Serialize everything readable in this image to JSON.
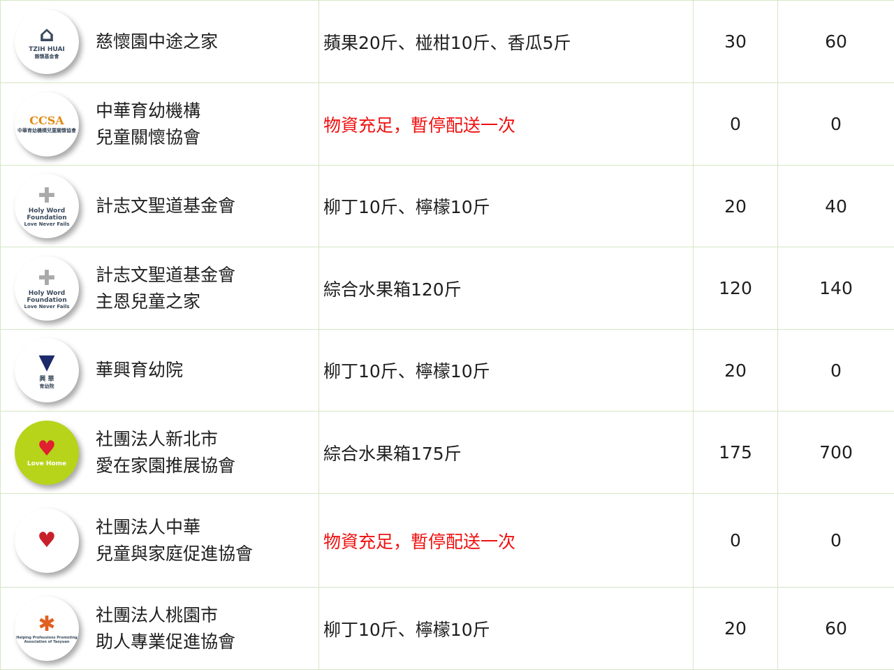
{
  "rows": [
    {
      "logo": {
        "text": "TZIH HUAI",
        "sub": "慈懷基金會",
        "icon": "house-tree-icon"
      },
      "name": [
        "慈懷園中途之家"
      ],
      "items": "蘋果20斤、椪柑10斤、香瓜5斤",
      "items_red": false,
      "col3": "30",
      "col4": "60"
    },
    {
      "logo": {
        "text": "CCSA",
        "sub": "中華育幼機構兒童關懷協會",
        "icon": "ccsa-icon"
      },
      "name": [
        "中華育幼機構",
        "兒童關懷協會"
      ],
      "items": "物資充足，暫停配送一次",
      "items_red": true,
      "col3": "0",
      "col4": "0"
    },
    {
      "logo": {
        "text": "Holy Word Foundation",
        "sub": "Love Never Fails",
        "icon": "cross-icon"
      },
      "name": [
        "計志文聖道基金會"
      ],
      "items": "柳丁10斤、檸檬10斤",
      "items_red": false,
      "col3": "20",
      "col4": "40"
    },
    {
      "logo": {
        "text": "Holy Word Foundation",
        "sub": "Love Never Fails",
        "icon": "cross-icon"
      },
      "name": [
        "計志文聖道基金會",
        "主恩兒童之家"
      ],
      "items": "綜合水果箱120斤",
      "items_red": false,
      "col3": "120",
      "col4": "140"
    },
    {
      "logo": {
        "text": "興 華",
        "sub": "育幼院",
        "icon": "triangle-badge-icon"
      },
      "name": [
        "華興育幼院"
      ],
      "items": "柳丁10斤、檸檬10斤",
      "items_red": false,
      "col3": "20",
      "col4": "0"
    },
    {
      "logo": {
        "text": "Love Home",
        "sub": "",
        "icon": "heart-house-icon"
      },
      "name": [
        "社團法人新北市",
        "愛在家園推展協會"
      ],
      "items": "綜合水果箱175斤",
      "items_red": false,
      "col3": "175",
      "col4": "700"
    },
    {
      "logo": {
        "text": "",
        "sub": "",
        "icon": "heart-house-icon"
      },
      "name": [
        "社團法人中華",
        "兒童與家庭促進協會"
      ],
      "items": "物資充足，暫停配送一次",
      "items_red": true,
      "col3": "0",
      "col4": "0"
    },
    {
      "logo": {
        "text": "Helping Professions Promoting Association of Taoyuan",
        "sub": "",
        "icon": "people-icon"
      },
      "name": [
        "社團法人桃園市",
        "助人專業促進協會"
      ],
      "items": "柳丁10斤、檸檬10斤",
      "items_red": false,
      "col3": "20",
      "col4": "60"
    }
  ]
}
